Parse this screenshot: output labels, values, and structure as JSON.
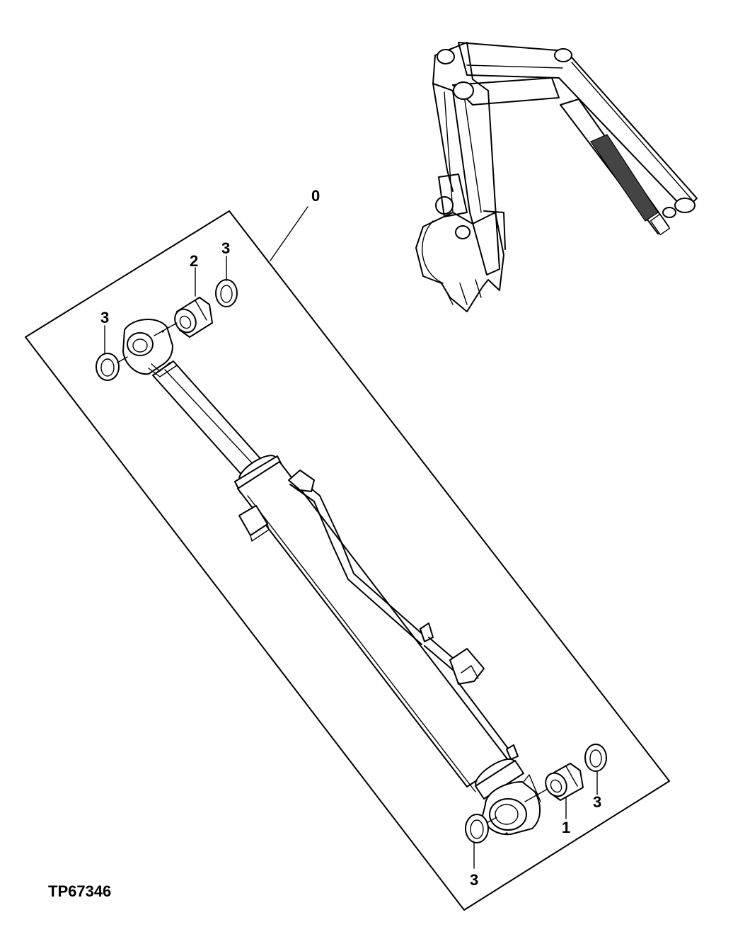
{
  "figure": {
    "code": "TP67346"
  },
  "callouts": {
    "assembly": "0",
    "bushing_rod_end": "1",
    "bushing_head_end": "2",
    "seal_top_left": "3",
    "seal_top_right": "3",
    "seal_bottom_right": "3",
    "seal_bottom_left": "3"
  },
  "colors": {
    "line": "#000000",
    "background": "#ffffff"
  }
}
